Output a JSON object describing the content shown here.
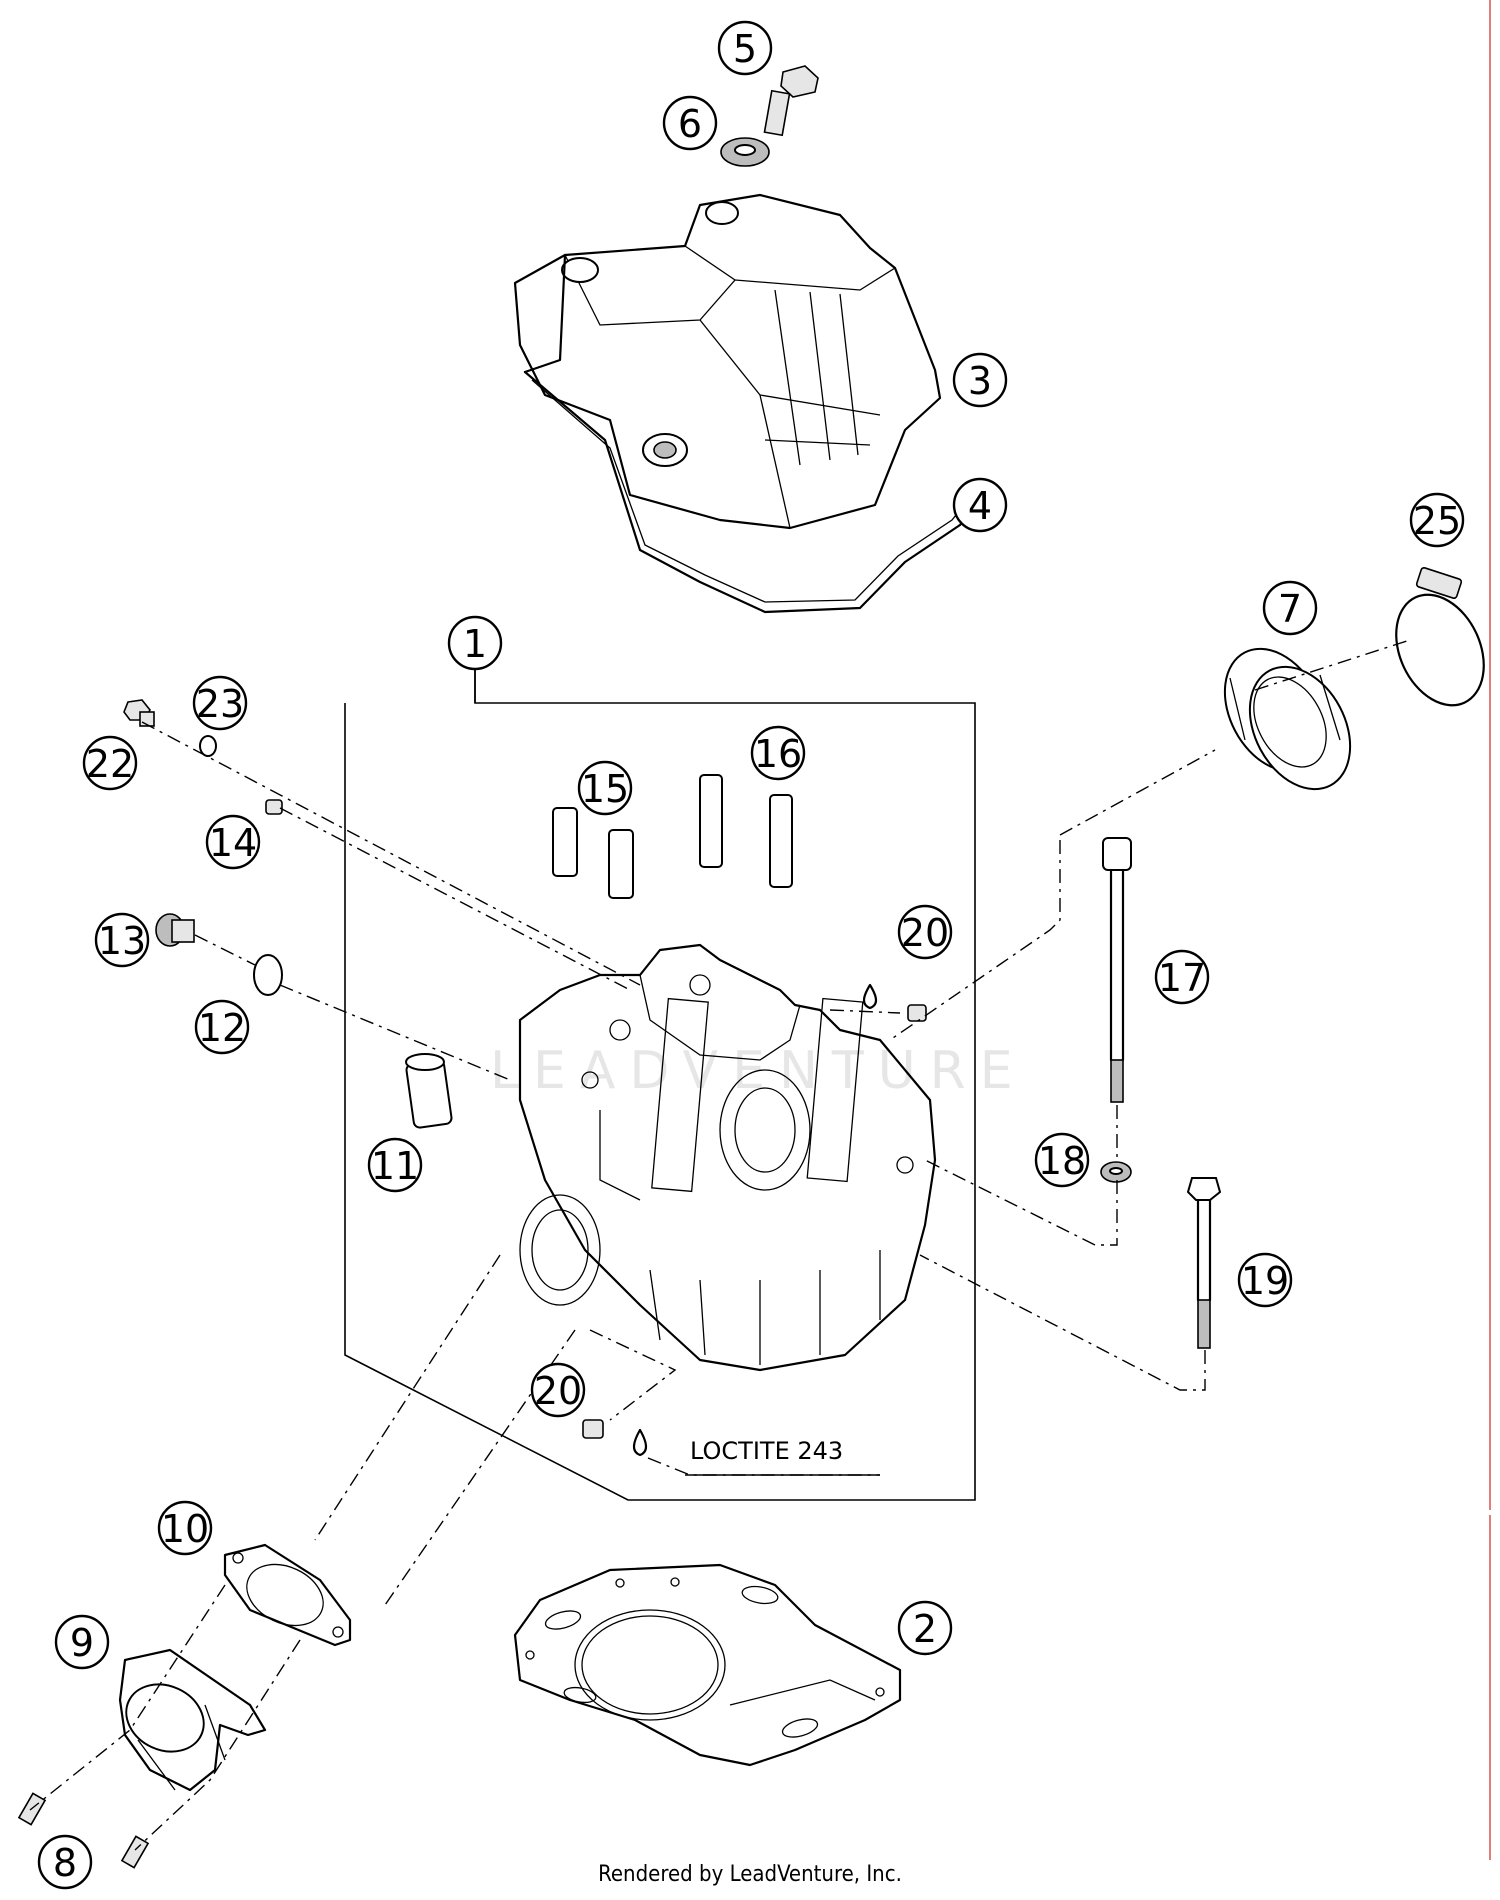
{
  "diagram": {
    "callouts": [
      {
        "id": "c1",
        "label": "1"
      },
      {
        "id": "c2",
        "label": "2"
      },
      {
        "id": "c3",
        "label": "3"
      },
      {
        "id": "c4",
        "label": "4"
      },
      {
        "id": "c5",
        "label": "5"
      },
      {
        "id": "c6",
        "label": "6"
      },
      {
        "id": "c7",
        "label": "7"
      },
      {
        "id": "c8",
        "label": "8"
      },
      {
        "id": "c9",
        "label": "9"
      },
      {
        "id": "c10",
        "label": "10"
      },
      {
        "id": "c11",
        "label": "11"
      },
      {
        "id": "c12",
        "label": "12"
      },
      {
        "id": "c13",
        "label": "13"
      },
      {
        "id": "c14",
        "label": "14"
      },
      {
        "id": "c15",
        "label": "15"
      },
      {
        "id": "c16",
        "label": "16"
      },
      {
        "id": "c17",
        "label": "17"
      },
      {
        "id": "c18",
        "label": "18"
      },
      {
        "id": "c19",
        "label": "19"
      },
      {
        "id": "c20a",
        "label": "20"
      },
      {
        "id": "c20b",
        "label": "20"
      },
      {
        "id": "c22",
        "label": "22"
      },
      {
        "id": "c23",
        "label": "23"
      },
      {
        "id": "c25",
        "label": "25"
      }
    ],
    "note": "LOCTITE 243",
    "watermark": "LEADVENTURE"
  },
  "footer": "Rendered by LeadVenture, Inc."
}
